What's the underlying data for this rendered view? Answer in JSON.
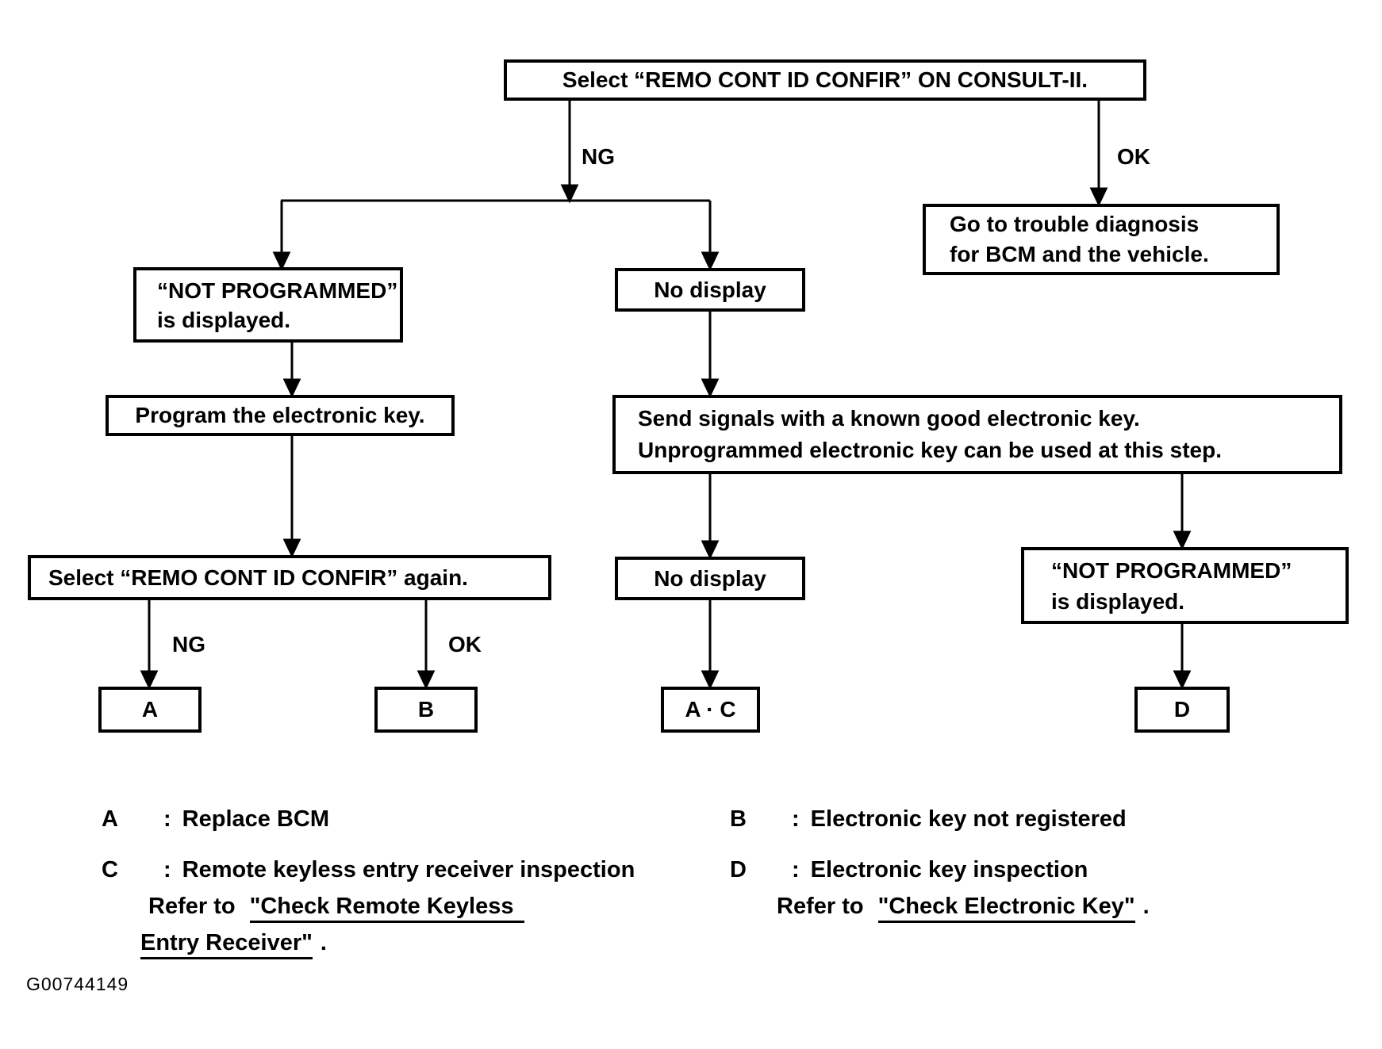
{
  "colors": {
    "ink": "#000000",
    "background": "#ffffff"
  },
  "flowchart": {
    "nodes": {
      "start": {
        "text": "Select “REMO CONT ID CONFIR” ON CONSULT-II."
      },
      "ok_result": {
        "lines": [
          "Go to trouble diagnosis",
          "for BCM and the vehicle."
        ]
      },
      "not_programmed_1": {
        "lines": [
          "“NOT PROGRAMMED”",
          "is displayed."
        ]
      },
      "no_display_1": {
        "text": "No display"
      },
      "program_key": {
        "text": "Program the electronic key."
      },
      "send_signals": {
        "lines": [
          "Send signals with a known good electronic key.",
          "Unprogrammed electronic key can be used at this step."
        ]
      },
      "select_again": {
        "text": "Select “REMO CONT ID CONFIR” again."
      },
      "no_display_2": {
        "text": "No display"
      },
      "not_programmed_2": {
        "lines": [
          "“NOT PROGRAMMED”",
          "is displayed."
        ]
      },
      "result_a": {
        "text": "A"
      },
      "result_b": {
        "text": "B"
      },
      "result_ac": {
        "text": "A · C"
      },
      "result_d": {
        "text": "D"
      }
    },
    "edge_labels": {
      "ng_1": "NG",
      "ok_1": "OK",
      "ng_2": "NG",
      "ok_2": "OK"
    }
  },
  "legend": {
    "items": [
      {
        "letter": "A",
        "separator": ":",
        "description": "Replace BCM"
      },
      {
        "letter": "B",
        "separator": ":",
        "description": "Electronic key not registered"
      },
      {
        "letter": "C",
        "separator": ":",
        "description": "Remote keyless entry receiver inspection",
        "refer_prefix": "Refer to",
        "link_line_1": "\"Check Remote Keyless",
        "link_line_2": "Entry Receiver\"",
        "suffix": "."
      },
      {
        "letter": "D",
        "separator": ":",
        "description": "Electronic key inspection",
        "refer_prefix": "Refer to",
        "link_text": "\"Check Electronic Key\"",
        "suffix": "."
      }
    ]
  },
  "footer": {
    "figure_code": "G00744149"
  }
}
